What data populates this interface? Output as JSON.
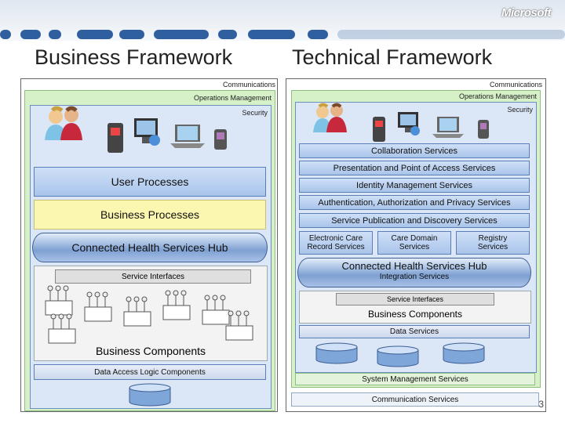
{
  "brand": "Microsoft",
  "headings": {
    "business": "Business Framework",
    "technical": "Technical Framework"
  },
  "business": {
    "communications": "Communications",
    "operations": "Operations Management",
    "security": "Security",
    "user_processes": "User Processes",
    "business_processes": "Business Processes",
    "hub": "Connected Health Services Hub",
    "service_interfaces": "Service Interfaces",
    "business_components": "Business Components",
    "data_access": "Data Access Logic Components"
  },
  "technical": {
    "communications": "Communications",
    "operations": "Operations Management",
    "security": "Security",
    "collaboration": "Collaboration Services",
    "presentation": "Presentation and Point of Access Services",
    "identity": "Identity Management Services",
    "auth": "Authentication, Authorization and Privacy Services",
    "publication": "Service Publication and Discovery Services",
    "ecr": "Electronic Care Record Services",
    "care_domain": "Care Domain Services",
    "registry": "Registry Services",
    "hub": "Connected Health Services Hub",
    "integration": "Integration Services",
    "service_interfaces": "Service Interfaces",
    "business_components": "Business Components",
    "data_services": "Data Services",
    "system_mgmt": "System Management Services",
    "communication_services": "Communication Services"
  },
  "page_number": "3",
  "colors": {
    "services_blue": "#a9c4ea",
    "process_yellow": "#fcf7b0",
    "management_green": "#d6f0c8"
  }
}
